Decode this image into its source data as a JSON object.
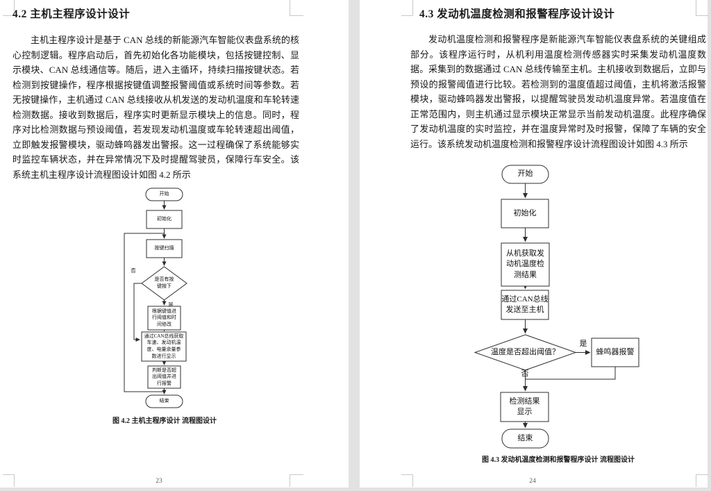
{
  "left_page": {
    "heading": "4.2 主机主程序设计设计",
    "paragraph": "主机主程序设计是基于 CAN 总线的新能源汽车智能仪表盘系统的核心控制逻辑。程序启动后，首先初始化各功能模块，包括按键控制、显示模块、CAN 总线通信等。随后，进入主循环，持续扫描按键状态。若检测到按键操作，程序根据按键值调整报警阈值或系统时间等参数。若无按键操作，主机通过 CAN 总线接收从机发送的发动机温度和车轮转速检测数据。接收到数据后，程序实时更新显示模块上的信息。同时，程序对比检测数据与预设阈值，若发现发动机温度或车轮转速超出阈值，立即触发报警模块，驱动蜂鸣器发出警报。这一过程确保了系统能够实时监控车辆状态，并在异常情况下及时提醒驾驶员，保障行车安全。该系统主机主程序设计流程图设计如图 4.2 所示",
    "caption": "图 4.2 主机主程序设计 流程图设计",
    "page_number": "23",
    "flowchart": {
      "start": "开始",
      "init": "初始化",
      "scan": "按键扫描",
      "decision": "是否有按\n键按下",
      "no": "否",
      "yes": "是",
      "modify": "根据键值进\n行阈值和时\n间修改",
      "can_display": "通过CAN总线获取\n车速、发动机温\n度、电量余量参\n数进行显示",
      "judge": "判断是否超\n出阈值并进\n行报警",
      "end": "结束"
    }
  },
  "right_page": {
    "heading": "4.3 发动机温度检测和报警程序设计设计",
    "paragraph": "发动机温度检测和报警程序是新能源汽车智能仪表盘系统的关键组成部分。该程序运行时，从机利用温度检测传感器实时采集发动机温度数据。采集到的数据通过 CAN 总线传输至主机。主机接收到数据后，立即与预设的报警阈值进行比较。若检测到的温度值超过阈值，主机将激活报警模块，驱动蜂鸣器发出警报，以提醒驾驶员发动机温度异常。若温度值在正常范围内，则主机通过显示模块正常显示当前发动机温度。此程序确保了发动机温度的实时监控，并在温度异常时及时报警，保障了车辆的安全运行。该系统发动机温度检测和报警程序设计流程图设计如图 4.3 所示",
    "caption": "图 4.3 发动机温度检测和报警程序设计 流程图设计",
    "page_number": "24",
    "flowchart": {
      "start": "开始",
      "init": "初始化",
      "slave_get": "从机获取发\n动机温度检\n测结果",
      "can_send": "通过CAN总线\n发送至主机",
      "decision": "温度是否超出阈值？",
      "yes": "是",
      "no": "否",
      "buzzer": "蜂鸣器报警",
      "display": "检测结果\n显示",
      "end": "结束"
    }
  }
}
